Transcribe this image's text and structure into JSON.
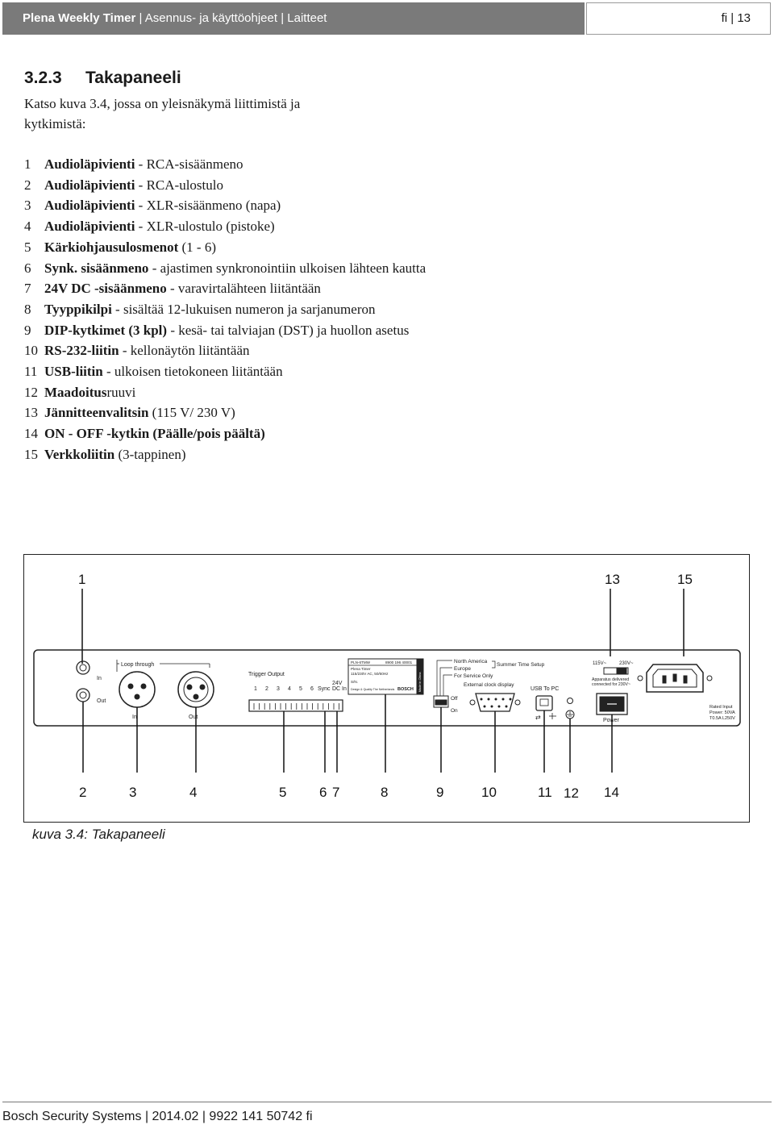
{
  "header": {
    "title_bold": "Plena Weekly Timer",
    "title_rest": " | Asennus- ja käyttöohjeet | Laitteet",
    "lang": "fi",
    "separator": "|",
    "page_number": "13"
  },
  "section": {
    "number": "3.2.3",
    "title": "Takapaneeli",
    "intro": "Katso kuva 3.4, jossa on yleisnäkymä liittimistä ja kytkimistä:"
  },
  "items": [
    {
      "num": "1",
      "bold": "Audioläpivienti",
      "rest": " - RCA-sisäänmeno"
    },
    {
      "num": "2",
      "bold": "Audioläpivienti",
      "rest": " - RCA-ulostulo"
    },
    {
      "num": "3",
      "bold": "Audioläpivienti",
      "rest": " - XLR-sisäänmeno (napa)"
    },
    {
      "num": "4",
      "bold": "Audioläpivienti",
      "rest": " - XLR-ulostulo (pistoke)"
    },
    {
      "num": "5",
      "bold": "Kärkiohjausulosmenot",
      "rest": " (1 - 6)"
    },
    {
      "num": "6",
      "bold": "Synk. sisäänmeno",
      "rest": " - ajastimen synkronointiin ulkoisen lähteen kautta"
    },
    {
      "num": "7",
      "bold": "24V DC -sisäänmeno",
      "rest": " - varavirtalähteen liitäntään"
    },
    {
      "num": "8",
      "bold": "Tyyppikilpi",
      "rest": " - sisältää 12-lukuisen numeron ja sarjanumeron"
    },
    {
      "num": "9",
      "bold": "DIP-kytkimet (3 kpl)",
      "rest": " - kesä- tai talviajan (DST) ja huollon asetus"
    },
    {
      "num": "10",
      "bold": "RS-232-liitin",
      "rest": " - kellonäytön liitäntään"
    },
    {
      "num": "11",
      "bold": "USB-liitin",
      "rest": " - ulkoisen tietokoneen liitäntään"
    },
    {
      "num": "12",
      "bold": "Maadoitus",
      "rest": "ruuvi"
    },
    {
      "num": "13",
      "bold": "Jännitteenvalitsin",
      "rest": " (115 V/ 230 V)"
    },
    {
      "num": "14",
      "bold": "ON - OFF -kytkin (Päälle/pois päältä)",
      "rest": ""
    },
    {
      "num": "15",
      "bold": "Verkkoliitin",
      "rest": " (3-tappinen)"
    }
  ],
  "figure": {
    "callouts_top": [
      "1",
      "13",
      "15"
    ],
    "callouts_bottom": [
      "2",
      "3",
      "4",
      "5",
      "6",
      "7",
      "8",
      "9",
      "10",
      "11",
      "12",
      "14"
    ],
    "panel": {
      "in": "In",
      "out": "Out",
      "loop_through": "Loop through",
      "xlr_in": "In",
      "xlr_out": "Out",
      "trigger_output": "Trigger Output",
      "trigger_numbers": [
        "1",
        "2",
        "3",
        "4",
        "5",
        "6"
      ],
      "sync": "Sync",
      "dc_in_top": "24V",
      "dc_in_bottom": "DC In",
      "plate_model": "PLN-6TMW",
      "plate_code": "8900 196 40001",
      "plate_name": "Plena Timer",
      "plate_power": "115/230V AC, 50/60Hz",
      "plate_sn": "S/N.",
      "plate_quality": "Design & Quality The Netherlands",
      "plate_brand": "BOSCH",
      "plate_origin": "Made in China",
      "dst_north_america": "North America",
      "dst_europe": "Europe",
      "dst_service": "For Service Only",
      "dst_ext": "External clock display",
      "dst_title": "Summer Time Setup",
      "dip_off": "Off",
      "dip_on": "On",
      "usb_label": "USB To PC",
      "v115": "115V~",
      "v230": "230V~",
      "apparatus": "Apparatus delivered connected for 230V~",
      "power": "Power",
      "rated_input": "Rated Input",
      "rated_power": "Power: 50VA",
      "rated_fuse": "T0.5A L250V"
    },
    "caption": "kuva 3.4: Takapaneeli"
  },
  "footer": {
    "text": "Bosch Security Systems | 2014.02 | 9922 141 50742 fi"
  }
}
